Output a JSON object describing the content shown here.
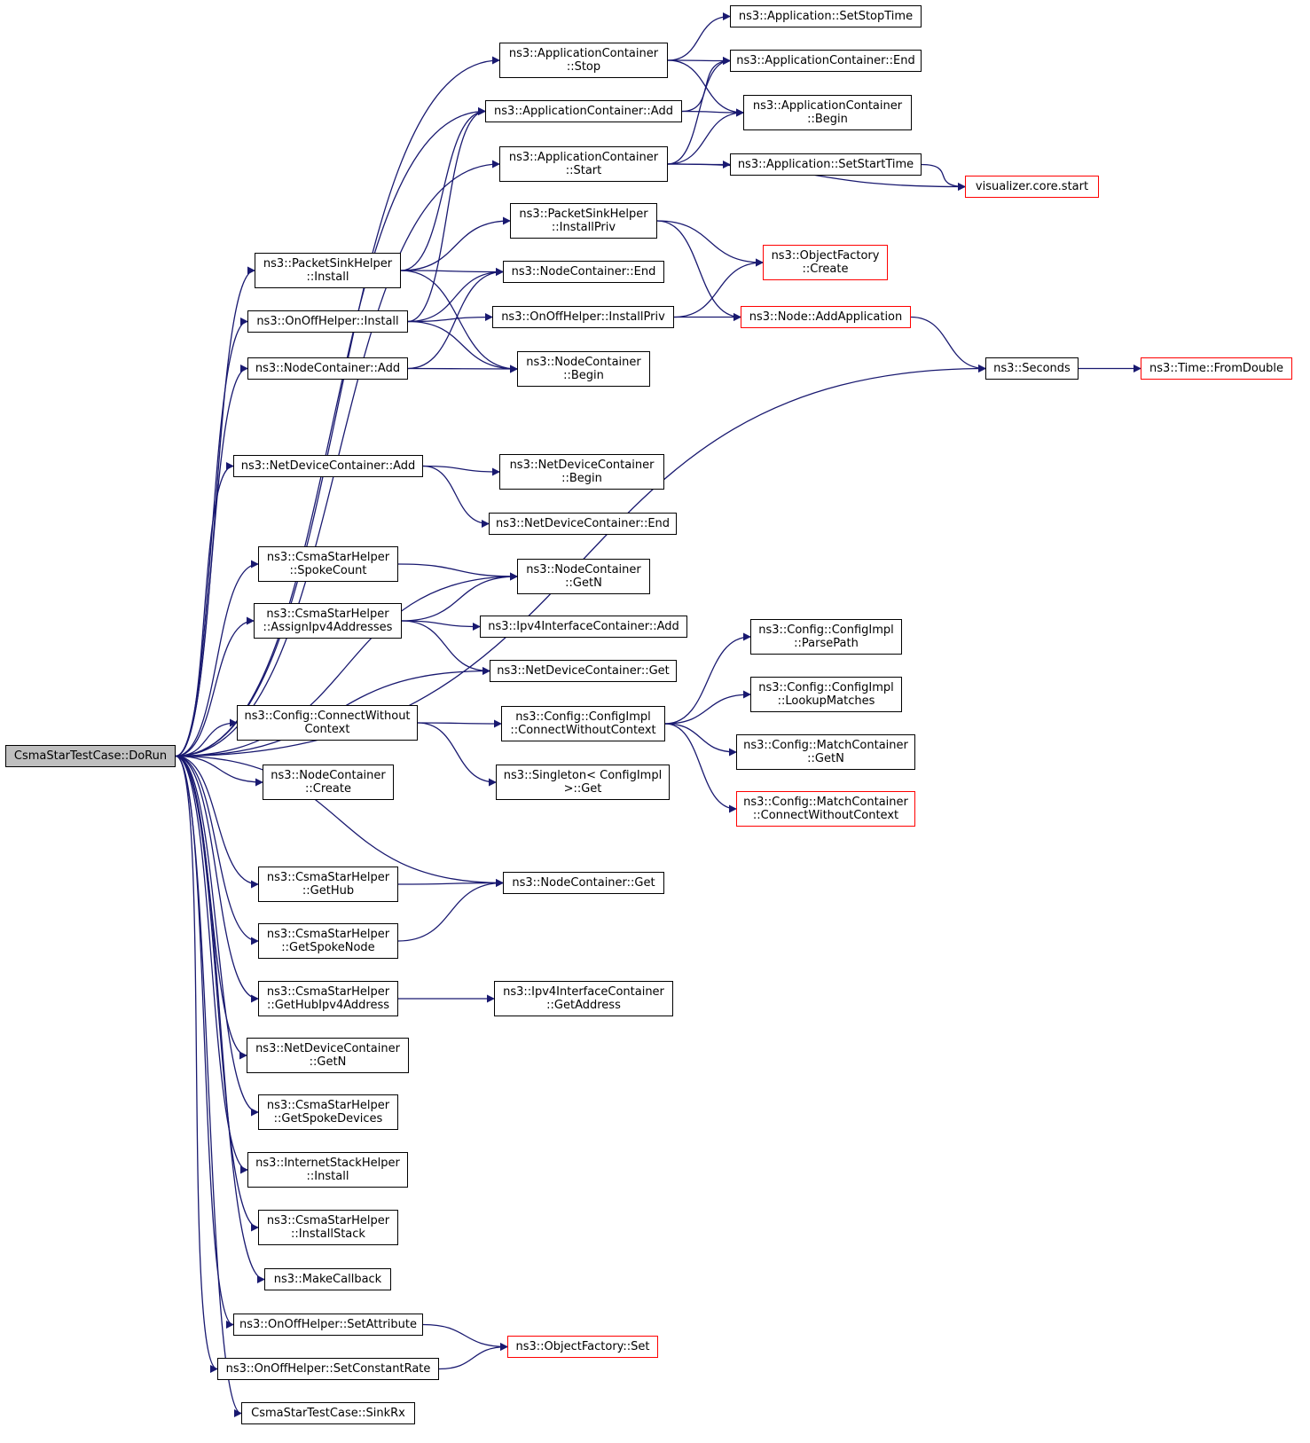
{
  "colors": {
    "edge": "#191970",
    "node_border": "#000000",
    "external_border": "#ff0000",
    "root_fill": "#bfbfbf"
  },
  "nodes": {
    "doRun": "CsmaStarTestCase::DoRun",
    "appSetStopTime": "ns3::Application::SetStopTime",
    "appContStop": "ns3::ApplicationContainer\n::Stop",
    "appContEnd": "ns3::ApplicationContainer::End",
    "appContAdd": "ns3::ApplicationContainer::Add",
    "appContBegin": "ns3::ApplicationContainer\n::Begin",
    "appContStart": "ns3::ApplicationContainer\n::Start",
    "appSetStartTime": "ns3::Application::SetStartTime",
    "vizCoreStart": "visualizer.core.start",
    "pktSinkInstallPriv": "ns3::PacketSinkHelper\n::InstallPriv",
    "objFactoryCreate": "ns3::ObjectFactory\n::Create",
    "pktSinkInstall": "ns3::PacketSinkHelper\n::Install",
    "nodeContEnd": "ns3::NodeContainer::End",
    "onOffInstall": "ns3::OnOffHelper::Install",
    "onOffInstallPriv": "ns3::OnOffHelper::InstallPriv",
    "nodeAddApplication": "ns3::Node::AddApplication",
    "nodeContAdd": "ns3::NodeContainer::Add",
    "nodeContBegin": "ns3::NodeContainer\n::Begin",
    "seconds": "ns3::Seconds",
    "timeFromDouble": "ns3::Time::FromDouble",
    "netDevContAdd": "ns3::NetDeviceContainer::Add",
    "netDevContBegin": "ns3::NetDeviceContainer\n::Begin",
    "netDevContEnd": "ns3::NetDeviceContainer::End",
    "csmaSpokeCount": "ns3::CsmaStarHelper\n::SpokeCount",
    "nodeContGetN": "ns3::NodeContainer\n::GetN",
    "csmaAssignIpv4": "ns3::CsmaStarHelper\n::AssignIpv4Addresses",
    "ipv4IfContAdd": "ns3::Ipv4InterfaceContainer::Add",
    "configParsePath": "ns3::Config::ConfigImpl\n::ParsePath",
    "netDevContGet": "ns3::NetDeviceContainer::Get",
    "configLookupMatches": "ns3::Config::ConfigImpl\n::LookupMatches",
    "configConnectWithoutContext": "ns3::Config::ConnectWithout\nContext",
    "configImplConnectWithoutContext": "ns3::Config::ConfigImpl\n::ConnectWithoutContext",
    "matchContGetN": "ns3::Config::MatchContainer\n::GetN",
    "nodeContCreate": "ns3::NodeContainer\n::Create",
    "singletonGet": "ns3::Singleton< ConfigImpl\n>::Get",
    "matchContConnectWithoutContext": "ns3::Config::MatchContainer\n::ConnectWithoutContext",
    "csmaGetHub": "ns3::CsmaStarHelper\n::GetHub",
    "nodeContGet": "ns3::NodeContainer::Get",
    "csmaGetSpokeNode": "ns3::CsmaStarHelper\n::GetSpokeNode",
    "csmaGetHubIpv4Address": "ns3::CsmaStarHelper\n::GetHubIpv4Address",
    "ipv4IfContGetAddress": "ns3::Ipv4InterfaceContainer\n::GetAddress",
    "netDevContGetN": "ns3::NetDeviceContainer\n::GetN",
    "csmaGetSpokeDevices": "ns3::CsmaStarHelper\n::GetSpokeDevices",
    "inetStackInstall": "ns3::InternetStackHelper\n::Install",
    "csmaInstallStack": "ns3::CsmaStarHelper\n::InstallStack",
    "makeCallback": "ns3::MakeCallback",
    "onOffSetAttribute": "ns3::OnOffHelper::SetAttribute",
    "objFactorySet": "ns3::ObjectFactory::Set",
    "onOffSetConstantRate": "ns3::OnOffHelper::SetConstantRate",
    "sinkRx": "CsmaStarTestCase::SinkRx"
  },
  "external_nodes": [
    "vizCoreStart",
    "objFactoryCreate",
    "nodeAddApplication",
    "timeFromDouble",
    "matchContConnectWithoutContext",
    "objFactorySet"
  ],
  "edges": [
    [
      "doRun",
      "appContStop"
    ],
    [
      "doRun",
      "appContAdd"
    ],
    [
      "doRun",
      "appContStart"
    ],
    [
      "doRun",
      "pktSinkInstall"
    ],
    [
      "doRun",
      "onOffInstall"
    ],
    [
      "doRun",
      "nodeContAdd"
    ],
    [
      "doRun",
      "seconds"
    ],
    [
      "doRun",
      "netDevContAdd"
    ],
    [
      "doRun",
      "nodeContGetN"
    ],
    [
      "doRun",
      "csmaSpokeCount"
    ],
    [
      "doRun",
      "csmaAssignIpv4"
    ],
    [
      "doRun",
      "netDevContGet"
    ],
    [
      "doRun",
      "configConnectWithoutContext"
    ],
    [
      "doRun",
      "nodeContCreate"
    ],
    [
      "doRun",
      "nodeContGet"
    ],
    [
      "doRun",
      "csmaGetHub"
    ],
    [
      "doRun",
      "csmaGetSpokeNode"
    ],
    [
      "doRun",
      "csmaGetHubIpv4Address"
    ],
    [
      "doRun",
      "netDevContGetN"
    ],
    [
      "doRun",
      "csmaGetSpokeDevices"
    ],
    [
      "doRun",
      "inetStackInstall"
    ],
    [
      "doRun",
      "csmaInstallStack"
    ],
    [
      "doRun",
      "makeCallback"
    ],
    [
      "doRun",
      "onOffSetAttribute"
    ],
    [
      "doRun",
      "onOffSetConstantRate"
    ],
    [
      "doRun",
      "sinkRx"
    ],
    [
      "appContStop",
      "appSetStopTime"
    ],
    [
      "appContStop",
      "appContEnd"
    ],
    [
      "appContStop",
      "appContBegin"
    ],
    [
      "appContAdd",
      "appContEnd"
    ],
    [
      "appContAdd",
      "appContBegin"
    ],
    [
      "appContStart",
      "appContEnd"
    ],
    [
      "appContStart",
      "appContBegin"
    ],
    [
      "appContStart",
      "appSetStartTime"
    ],
    [
      "appContStart",
      "vizCoreStart"
    ],
    [
      "appSetStartTime",
      "vizCoreStart"
    ],
    [
      "pktSinkInstall",
      "appContAdd"
    ],
    [
      "pktSinkInstall",
      "pktSinkInstallPriv"
    ],
    [
      "pktSinkInstall",
      "nodeContEnd"
    ],
    [
      "pktSinkInstall",
      "nodeContBegin"
    ],
    [
      "pktSinkInstallPriv",
      "objFactoryCreate"
    ],
    [
      "pktSinkInstallPriv",
      "nodeAddApplication"
    ],
    [
      "onOffInstall",
      "appContAdd"
    ],
    [
      "onOffInstall",
      "nodeContEnd"
    ],
    [
      "onOffInstall",
      "onOffInstallPriv"
    ],
    [
      "onOffInstall",
      "nodeContBegin"
    ],
    [
      "onOffInstallPriv",
      "objFactoryCreate"
    ],
    [
      "onOffInstallPriv",
      "nodeAddApplication"
    ],
    [
      "nodeContAdd",
      "nodeContEnd"
    ],
    [
      "nodeContAdd",
      "nodeContBegin"
    ],
    [
      "nodeAddApplication",
      "seconds"
    ],
    [
      "seconds",
      "timeFromDouble"
    ],
    [
      "netDevContAdd",
      "netDevContBegin"
    ],
    [
      "netDevContAdd",
      "netDevContEnd"
    ],
    [
      "csmaSpokeCount",
      "nodeContGetN"
    ],
    [
      "csmaAssignIpv4",
      "nodeContGetN"
    ],
    [
      "csmaAssignIpv4",
      "ipv4IfContAdd"
    ],
    [
      "csmaAssignIpv4",
      "netDevContGet"
    ],
    [
      "configConnectWithoutContext",
      "configImplConnectWithoutContext"
    ],
    [
      "configConnectWithoutContext",
      "singletonGet"
    ],
    [
      "configImplConnectWithoutContext",
      "configParsePath"
    ],
    [
      "configImplConnectWithoutContext",
      "configLookupMatches"
    ],
    [
      "configImplConnectWithoutContext",
      "matchContGetN"
    ],
    [
      "configImplConnectWithoutContext",
      "matchContConnectWithoutContext"
    ],
    [
      "csmaGetHub",
      "nodeContGet"
    ],
    [
      "csmaGetSpokeNode",
      "nodeContGet"
    ],
    [
      "csmaGetHubIpv4Address",
      "ipv4IfContGetAddress"
    ],
    [
      "onOffSetAttribute",
      "objFactorySet"
    ],
    [
      "onOffSetConstantRate",
      "objFactorySet"
    ]
  ]
}
